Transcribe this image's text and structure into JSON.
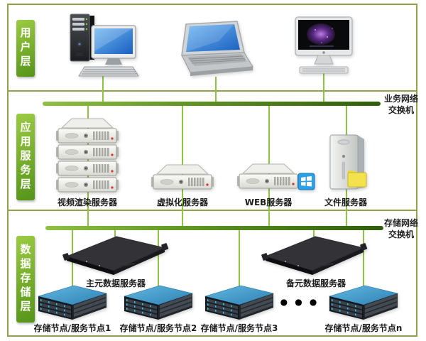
{
  "layers": {
    "user": {
      "label": "用户层",
      "devices": [
        "desktop-computer",
        "laptop",
        "imac"
      ]
    },
    "app": {
      "label": "应用服务层",
      "servers": [
        {
          "label": "视频渲染服务器"
        },
        {
          "label": "虚拟化服务器"
        },
        {
          "label": "WEB服务器"
        },
        {
          "label": "文件服务器"
        }
      ]
    },
    "storage": {
      "label": "数据存储层",
      "metadata_servers": [
        {
          "label": "主元数据服务器"
        },
        {
          "label": "备元数据服务器"
        }
      ],
      "nodes": [
        {
          "label": "存储节点/服务节点1"
        },
        {
          "label": "存储节点/服务节点2"
        },
        {
          "label": "存储节点/服务节点3"
        },
        {
          "label": "存储节点/服务节点n"
        }
      ],
      "ellipsis": "● ● ●"
    }
  },
  "switches": {
    "business": {
      "line1": "业务网络",
      "line2": "交换机"
    },
    "storage": {
      "line1": "存储网络",
      "line2": "交换机"
    }
  },
  "colors": {
    "connection_line": "#8CC63E",
    "bus_gradient_start": "#8FBF44",
    "bus_gradient_end": "#2F5D0C",
    "box_border": "#93A04A",
    "layer_tab_top": "#9CCB44",
    "layer_tab_bottom": "#55941A",
    "node_top_blue": "#3E9CCB",
    "folder_yellow": "#F3E14E",
    "windows_badge_blue": "#2BA0E8",
    "screen_blue": "#1B5FC0"
  }
}
